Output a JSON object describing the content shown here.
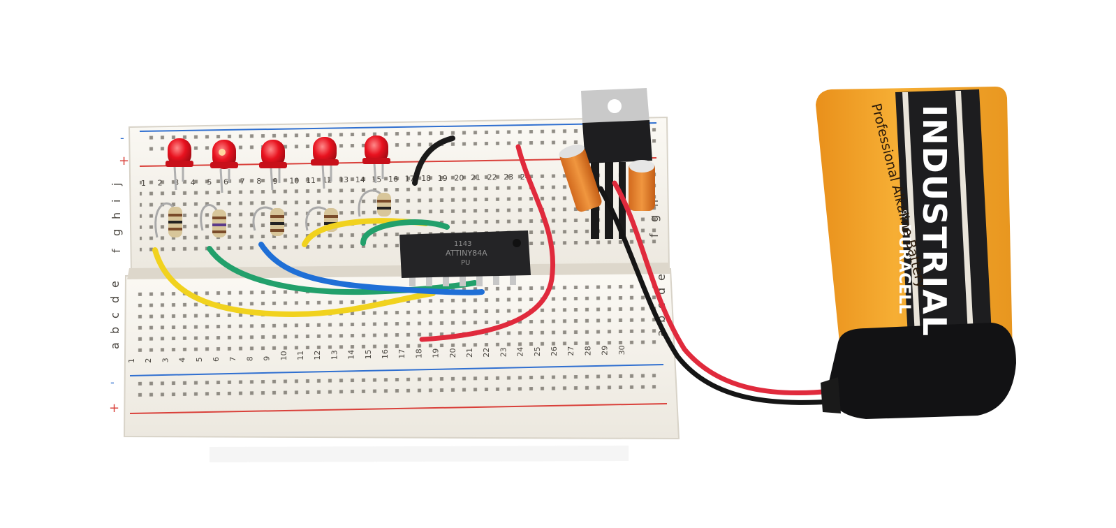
{
  "chip": {
    "line1": "1143",
    "line2": "ATTINY84A",
    "line3": "PU"
  },
  "battery": {
    "brand": "INDUSTRIAL",
    "by": "BY",
    "maker": "DURACELL",
    "tagline": "Professional Alkaline Battery"
  },
  "breadboard": {
    "rows_upper": [
      "f",
      "g",
      "h",
      "i",
      "j"
    ],
    "rows_lower": [
      "a",
      "b",
      "c",
      "d",
      "e"
    ],
    "rows_right_upper": [
      "f",
      "g",
      "h"
    ],
    "rows_right_lower": [
      "a",
      "b",
      "c",
      "d",
      "e"
    ],
    "col_numbers_top": [
      "1",
      "2",
      "3",
      "4",
      "5",
      "6",
      "7",
      "8",
      "9",
      "10",
      "11",
      "12",
      "13",
      "14",
      "15",
      "16",
      "17",
      "18",
      "19",
      "20",
      "21",
      "22",
      "23",
      "24"
    ],
    "col_numbers_bottom": [
      "1",
      "2",
      "3",
      "4",
      "5",
      "6",
      "7",
      "8",
      "9",
      "10",
      "11",
      "12",
      "13",
      "14",
      "15",
      "16",
      "17",
      "18",
      "19",
      "20",
      "21",
      "22",
      "23",
      "24",
      "25",
      "26",
      "27",
      "28",
      "29",
      "30"
    ],
    "rail_minus": "-",
    "rail_plus": "+"
  },
  "colors": {
    "battery_body": "#f3a62b",
    "battery_band": "#1d1d1f",
    "board": "#f3f0ea",
    "rail_red": "#d9403a",
    "rail_blue": "#2f6fd0",
    "wire_yellow": "#f1d21e",
    "wire_green": "#22a06b",
    "wire_blue": "#1f6fd6",
    "wire_red": "#e02a3c",
    "led_red": "#e8121f"
  }
}
